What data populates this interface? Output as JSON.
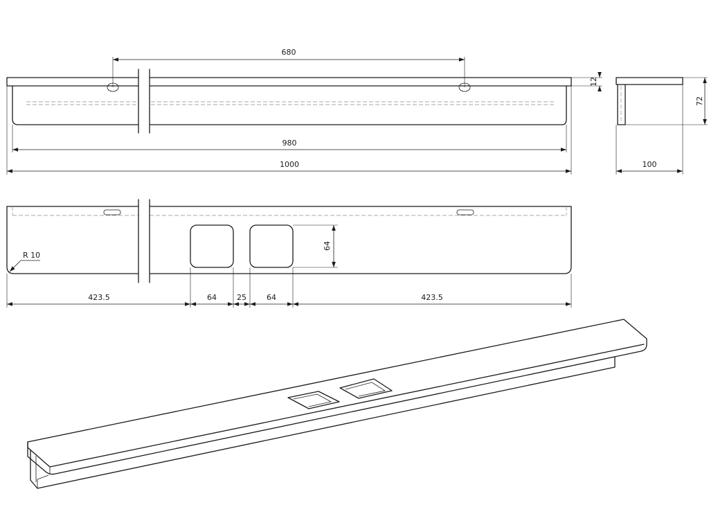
{
  "dimensions": {
    "mount_spacing": "680",
    "inner_length": "980",
    "total_length": "1000",
    "plate_thickness": "12",
    "side_height": "72",
    "side_depth": "100",
    "corner_radius": "R 10",
    "cutout_height": "64",
    "left_offset": "423.5",
    "cutout_width_1": "64",
    "cutout_gap": "25",
    "cutout_width_2": "64",
    "right_offset": "423.5"
  }
}
